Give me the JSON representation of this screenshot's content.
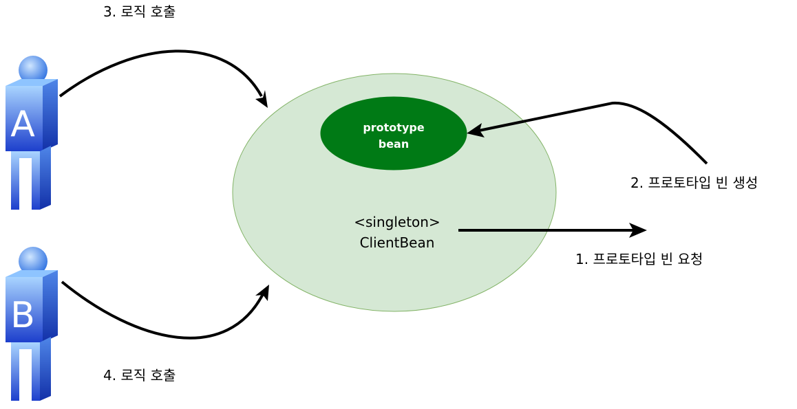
{
  "colors": {
    "singleton_fill": "#d5e8d4",
    "singleton_stroke": "#82b366",
    "prototype_fill": "#007a15",
    "prototype_text": "#ffffff",
    "actor_light": "#a9d4ff",
    "actor_dark": "#1d3fcc",
    "edge": "#000000"
  },
  "singleton": {
    "stereotype": "<singleton>",
    "name": "ClientBean"
  },
  "prototype": {
    "line1": "prototype",
    "line2": "bean"
  },
  "actors": [
    {
      "letter": "A",
      "icon": "user-actor-icon"
    },
    {
      "letter": "B",
      "icon": "user-actor-icon"
    }
  ],
  "labels": {
    "step1": "1. 프로토타입 빈 요청",
    "step2": "2. 프로토타입 빈 생성",
    "step3": "3. 로직 호출",
    "step4": "4. 로직 호출"
  }
}
